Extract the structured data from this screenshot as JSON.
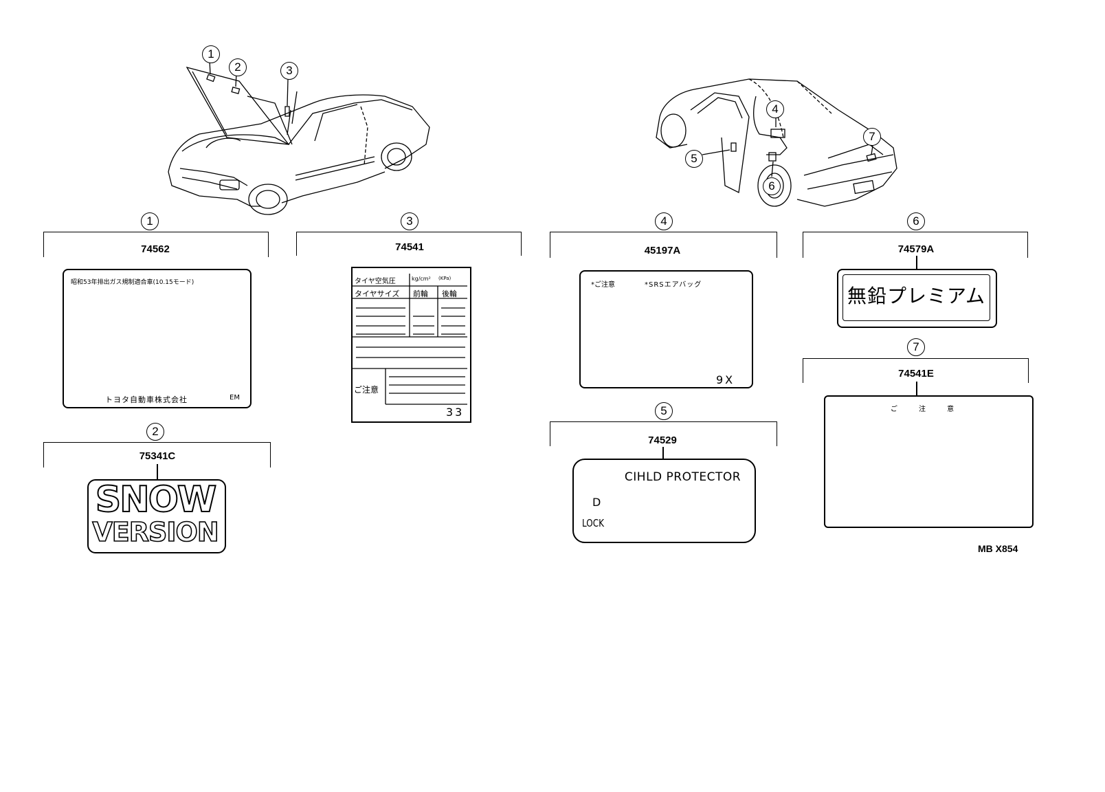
{
  "callouts": [
    "1",
    "2",
    "3",
    "4",
    "5",
    "6",
    "7"
  ],
  "parts": {
    "p1": {
      "number": "1",
      "part_no": "74562",
      "header_text": "昭和53年排出ガス規制適合車(10.15モード)",
      "footer_text": "トヨタ自動車株式会社",
      "footer_code": "EM"
    },
    "p2": {
      "number": "2",
      "part_no": "75341C",
      "line1": "SNOW",
      "line2": "VERSION"
    },
    "p3": {
      "number": "3",
      "part_no": "74541",
      "row1_label": "タイヤ空気圧",
      "row1_unit": "kg/cm²",
      "row1_unit_alt": "(KPa)",
      "col_a": "タイヤサイズ",
      "col_b": "前輪",
      "col_c": "後輪",
      "caution": "ご注意",
      "code": "33"
    },
    "p4": {
      "number": "4",
      "part_no": "45197A",
      "caution": "*ご注意",
      "title": "*SRSエアバッグ",
      "code": "9X"
    },
    "p5": {
      "number": "5",
      "part_no": "74529",
      "title": "CIHLD PROTECTOR",
      "lock_symbol": "D",
      "lock_label": "LOCK"
    },
    "p6": {
      "number": "6",
      "part_no": "74579A",
      "text": "無鉛プレミアム"
    },
    "p7": {
      "number": "7",
      "part_no": "74541E",
      "header": "ご 注 意"
    }
  },
  "diagram_code": "MB X854"
}
